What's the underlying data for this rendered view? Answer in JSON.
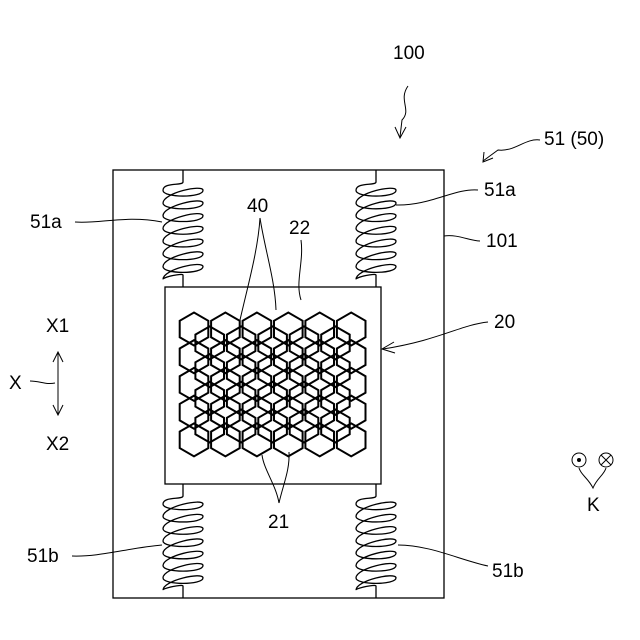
{
  "figure": {
    "labels": {
      "device": "100",
      "spring_group": "51 (50)",
      "spring_top_left": "51a",
      "spring_top_right": "51a",
      "spring_bottom_left": "51b",
      "spring_bottom_right": "51b",
      "housing": "101",
      "panel": "20",
      "panel_region": "22",
      "cells": "40",
      "cell_walls": "21",
      "x_axis": "X",
      "x1": "X1",
      "x2": "X2",
      "k": "K"
    },
    "honeycomb": {
      "rows": 5,
      "cols": 6
    },
    "colors": {
      "line": "#000000",
      "background": "#ffffff"
    }
  }
}
